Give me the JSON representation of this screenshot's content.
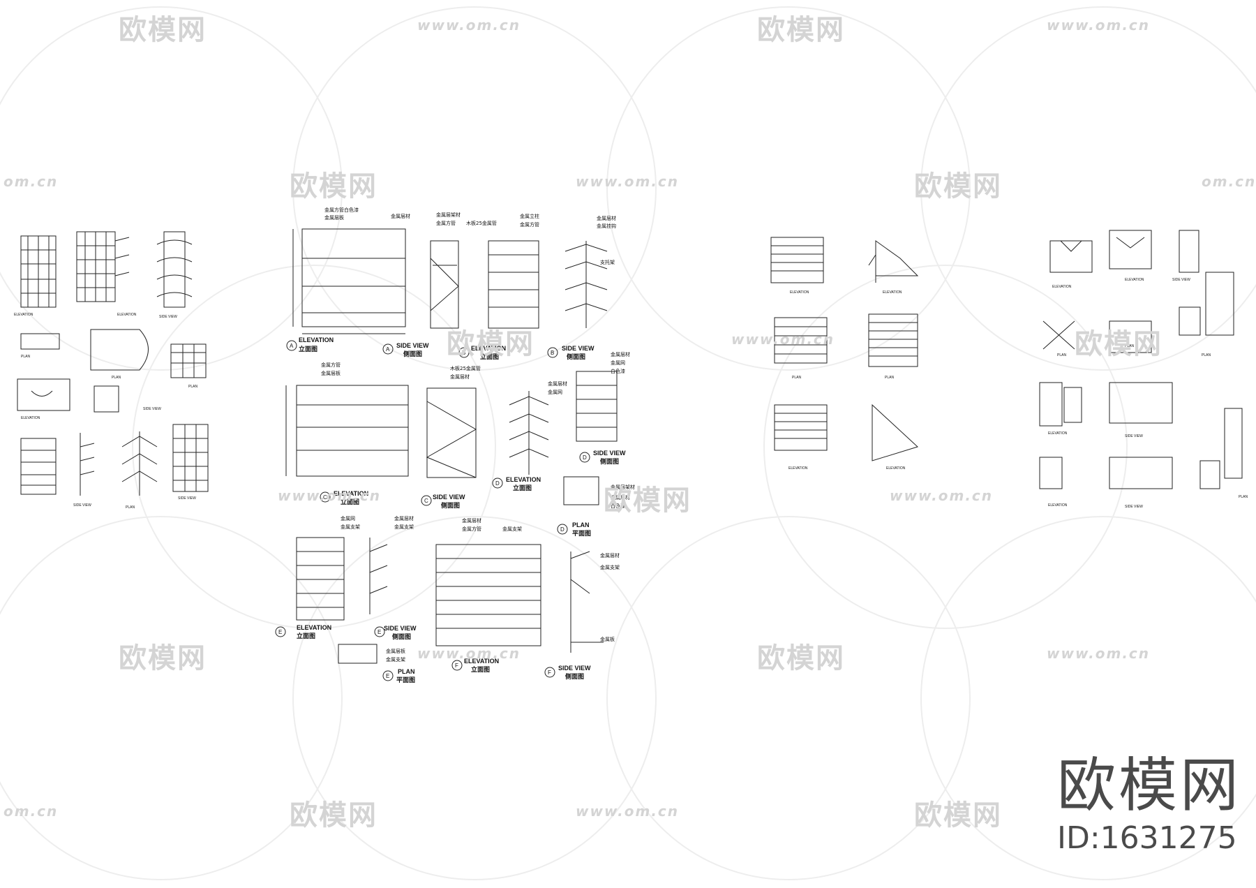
{
  "watermarks": {
    "logo": "欧模网",
    "url": "www.om.cn",
    "url_short": "om.cn"
  },
  "brand": {
    "name": "欧模网",
    "id_text": "ID:1631275"
  },
  "labels": {
    "elevation": "ELEVATION",
    "side_view": "SIDE VIEW",
    "plan": "PLAN",
    "elev_cn": "立面图",
    "side_cn": "侧面图",
    "plan_cn": "平面图"
  },
  "callouts": {
    "steel_tube_white": "金属方管白色漆",
    "steel_layer": "金属层板",
    "steel_plate": "金属层材",
    "steel_pipe": "金属方管",
    "steel_upright": "金属立柱",
    "board_pipe": "木板25金属管",
    "steel_frame": "金属层架材",
    "support": "支托架",
    "steel_net": "金属网",
    "steel_bracket": "金属支架",
    "white_paint": "白色漆",
    "steel_hook": "金属挂钩",
    "steel_board": "金属板"
  },
  "view_letters": [
    "A",
    "B",
    "C",
    "D",
    "E",
    "F"
  ]
}
